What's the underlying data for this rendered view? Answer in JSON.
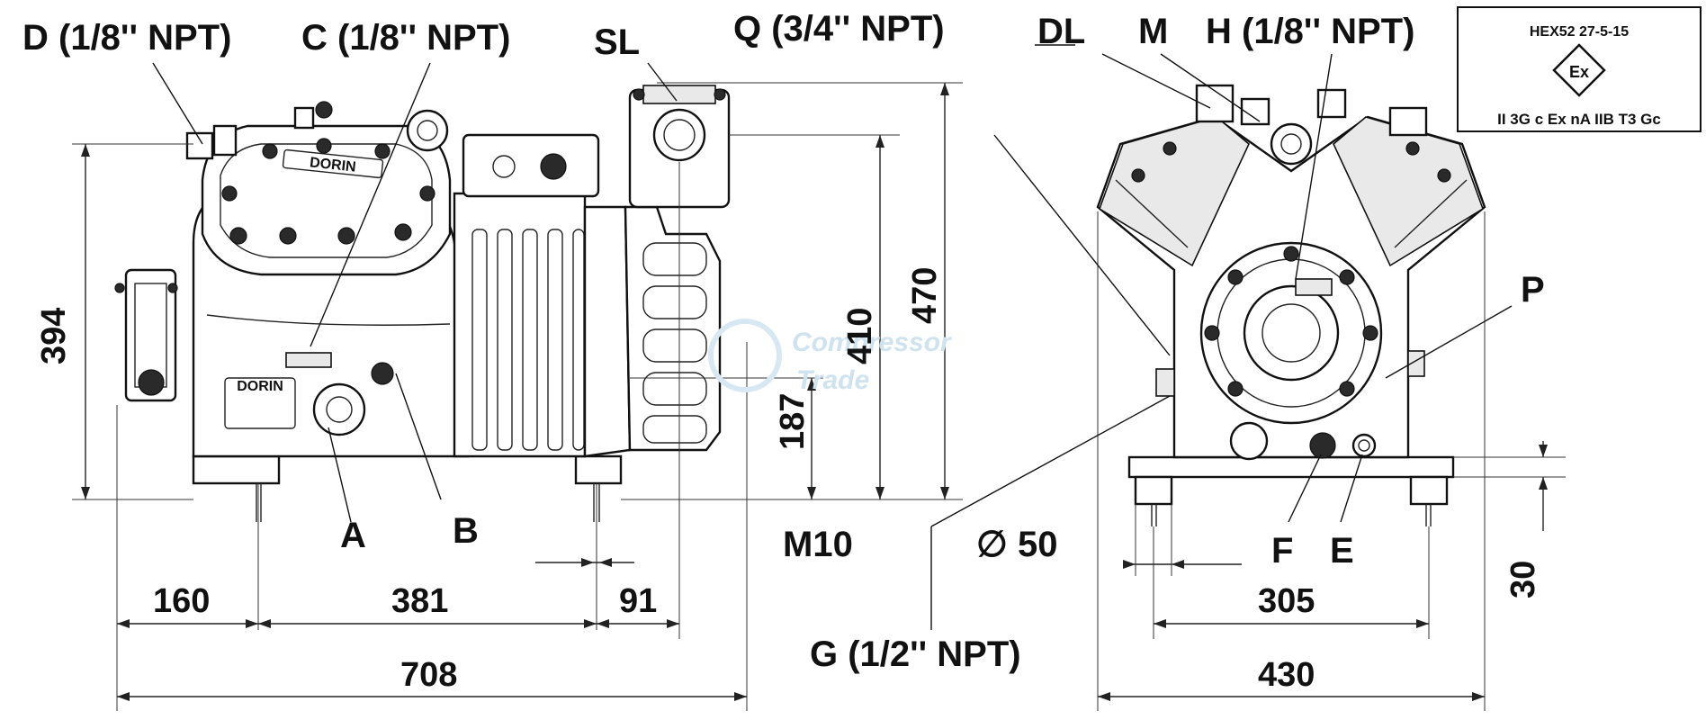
{
  "labels": {
    "d": "D (1/8'' NPT)",
    "c": "C (1/8'' NPT)",
    "sl": "SL",
    "q": "Q (3/4'' NPT)",
    "dl": "DL",
    "m": "M",
    "h": "H (1/8'' NPT)",
    "p": "P",
    "a": "A",
    "b": "B",
    "f": "F",
    "e": "E",
    "g": "G (1/2'' NPT)",
    "m10": "M10",
    "diameter": "∅ 50"
  },
  "dimensions": {
    "d394": "394",
    "d470": "470",
    "d410": "410",
    "d187": "187",
    "d160": "160",
    "d381": "381",
    "d91": "91",
    "d708": "708",
    "d305": "305",
    "d430": "430",
    "d30": "30"
  },
  "certification": {
    "code": "HEX52 27-5-15",
    "symbol": "Ex",
    "marking": "II 3G c Ex nA IIB T3 Gc"
  },
  "brand": {
    "plate": "DORIN",
    "head_badge": "DORIN"
  },
  "watermark": {
    "line1": "Compressor",
    "line2": "Trade"
  }
}
